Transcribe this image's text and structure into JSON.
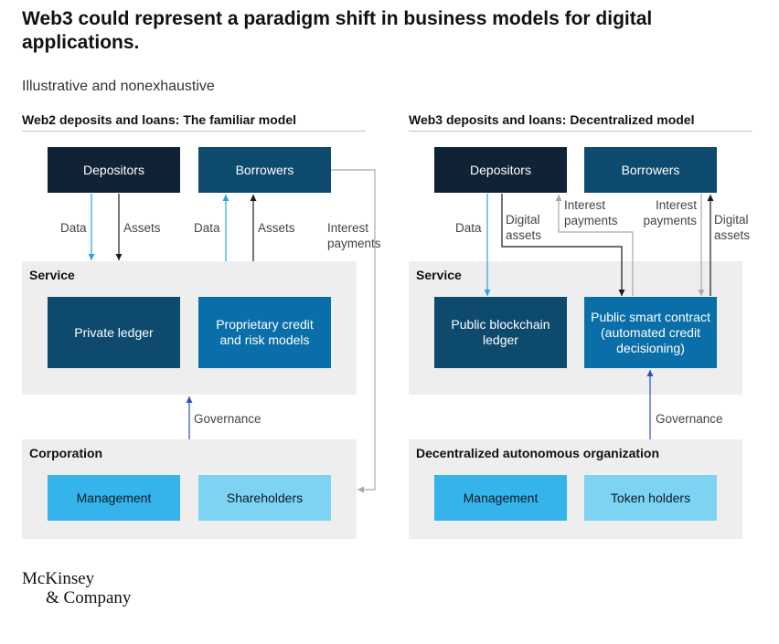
{
  "title": "Web3 could represent a paradigm shift in business models for digital applications.",
  "subtitle": "Illustrative and nonexhaustive",
  "left": {
    "heading": "Web2 deposits and loans: The familiar model",
    "top_boxes": {
      "depositors": "Depositors",
      "borrowers": "Borrowers"
    },
    "service_label": "Service",
    "service_boxes": {
      "ledger": "Private ledger",
      "models": "Proprietary credit and risk models"
    },
    "governance": "Governance",
    "org_label": "Corporation",
    "org_boxes": {
      "management": "Management",
      "holders": "Shareholders"
    },
    "arrow_labels": {
      "data1": "Data",
      "assets1": "Assets",
      "data2": "Data",
      "assets2": "Assets",
      "interest": "Interest payments"
    }
  },
  "right": {
    "heading": "Web3 deposits and loans: Decentralized model",
    "top_boxes": {
      "depositors": "Depositors",
      "borrowers": "Borrowers"
    },
    "service_label": "Service",
    "service_boxes": {
      "ledger": "Public blockchain ledger",
      "contract": "Public smart contract (automated credit decisioning)"
    },
    "governance": "Governance",
    "org_label": "Decentralized autonomous organization",
    "org_boxes": {
      "management": "Management",
      "holders": "Token holders"
    },
    "arrow_labels": {
      "data": "Data",
      "digital_assets1": "Digital assets",
      "interest1": "Interest payments",
      "interest2": "Interest payments",
      "digital_assets2": "Digital assets"
    }
  },
  "logo": {
    "line1": "McKinsey",
    "line2": "& Company"
  },
  "colors": {
    "dark": "#0f2236",
    "navy": "#0d4a6e",
    "mid": "#0a6fa8",
    "cyan": "#34b4ea",
    "light_cyan": "#7dd3f1",
    "panel": "#eeeeee",
    "arrow_blue": "#2aa4e0",
    "arrow_dark": "#1a1a1a",
    "arrow_gray": "#a9a9a9"
  }
}
